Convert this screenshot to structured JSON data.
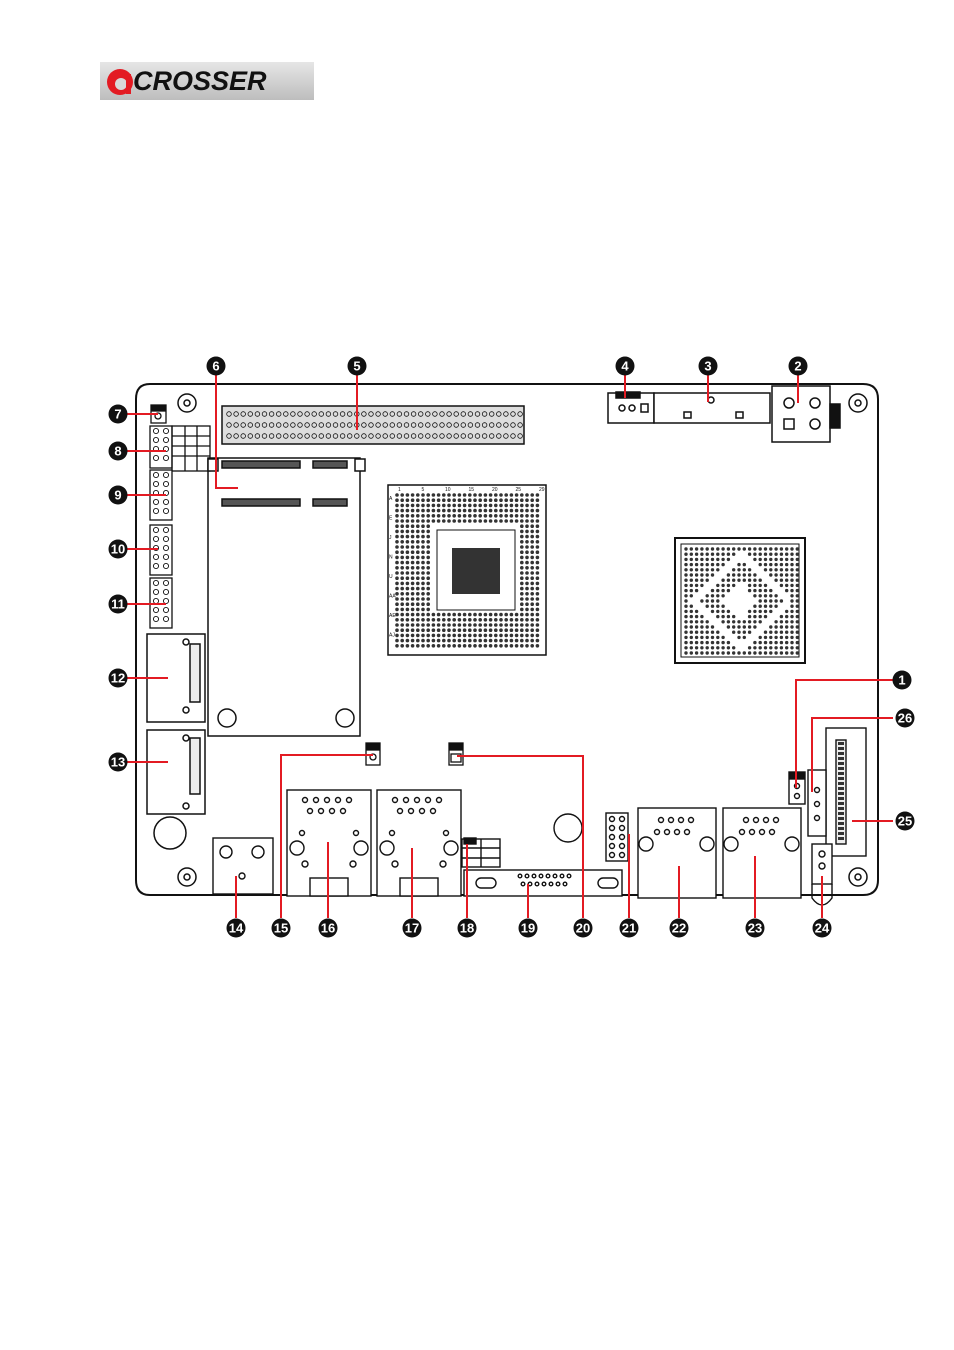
{
  "brand": {
    "logo_letter": "a",
    "logo_text": "CROSSER",
    "colors": {
      "accent": "#e31b23",
      "text": "#111111"
    }
  },
  "board_diagram": {
    "callouts": [
      {
        "id": 1,
        "label": "1"
      },
      {
        "id": 2,
        "label": "2"
      },
      {
        "id": 3,
        "label": "3"
      },
      {
        "id": 4,
        "label": "4"
      },
      {
        "id": 5,
        "label": "5"
      },
      {
        "id": 6,
        "label": "6"
      },
      {
        "id": 7,
        "label": "7"
      },
      {
        "id": 8,
        "label": "8"
      },
      {
        "id": 9,
        "label": "9"
      },
      {
        "id": 10,
        "label": "10"
      },
      {
        "id": 11,
        "label": "11"
      },
      {
        "id": 12,
        "label": "12"
      },
      {
        "id": 13,
        "label": "13"
      },
      {
        "id": 14,
        "label": "14"
      },
      {
        "id": 15,
        "label": "15"
      },
      {
        "id": 16,
        "label": "16"
      },
      {
        "id": 17,
        "label": "17"
      },
      {
        "id": 18,
        "label": "18"
      },
      {
        "id": 19,
        "label": "19"
      },
      {
        "id": 20,
        "label": "20"
      },
      {
        "id": 21,
        "label": "21"
      },
      {
        "id": 22,
        "label": "22"
      },
      {
        "id": 23,
        "label": "23"
      },
      {
        "id": 24,
        "label": "24"
      },
      {
        "id": 25,
        "label": "25"
      },
      {
        "id": 26,
        "label": "26"
      }
    ],
    "chip_grid_labels": {
      "columns": [
        "1",
        "5",
        "10",
        "15",
        "20",
        "25",
        "29"
      ],
      "rows": [
        "A",
        "E",
        "J",
        "N",
        "U",
        "AA",
        "AE",
        "AJ"
      ]
    },
    "colors": {
      "leader": "#e31b23",
      "callout_fill": "#111111",
      "outline": "#111111"
    }
  }
}
